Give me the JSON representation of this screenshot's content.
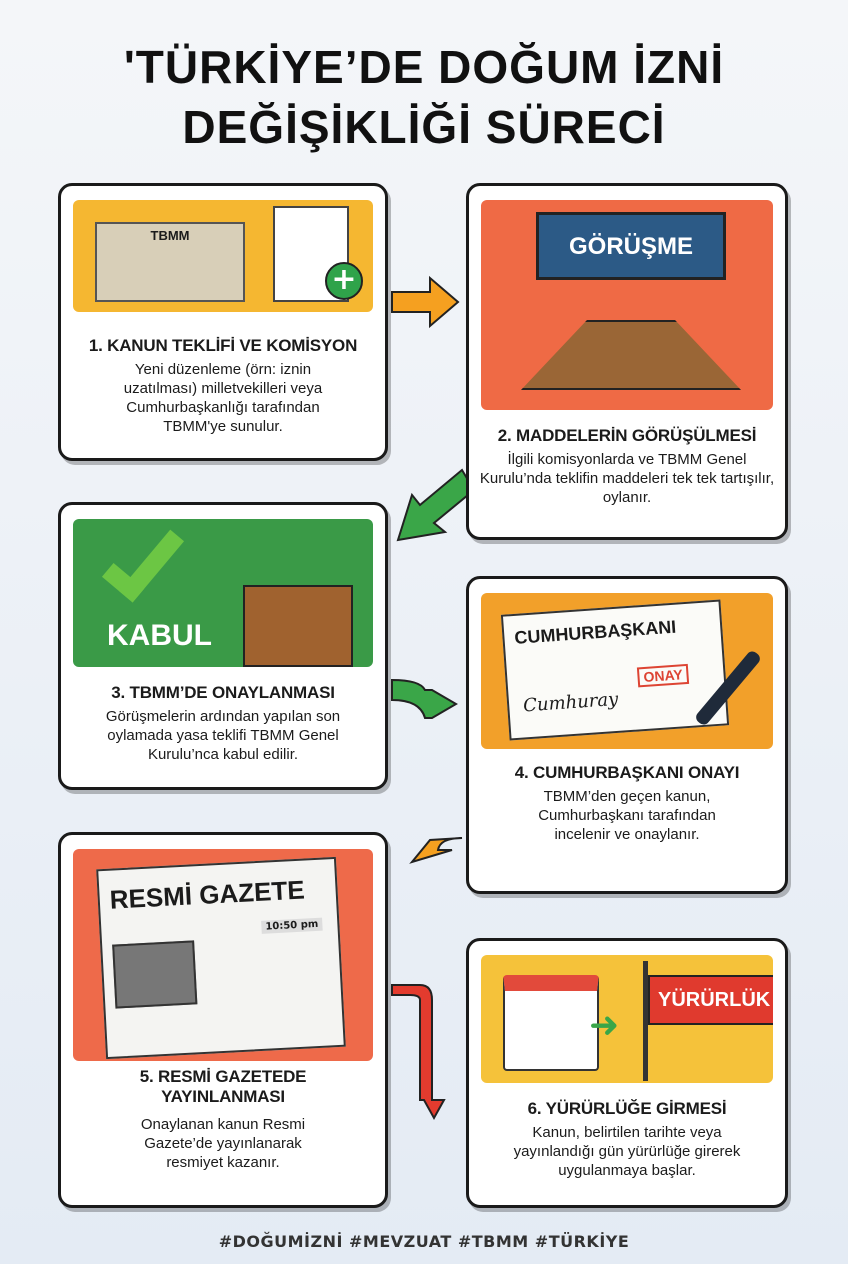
{
  "title": {
    "line1": "'TÜRKİYE’DE DOĞUM İZNİ",
    "line2": "DEĞİŞİKLİĞİ SÜRECİ"
  },
  "steps": [
    {
      "title": "1. KANUN TEKLİFİ VE KOMİSYON",
      "desc": "Yeni düzenleme (örn: iznin uzatılması) milletvekilleri veya Cumhurbaşkanlığı tarafından TBMM'ye sunulur.",
      "image_text": "TBMM",
      "panel_color": "#f5b731"
    },
    {
      "title": "2. MADDELERİN GÖRÜŞÜLMESİ",
      "desc": "İlgili komisyonlarda ve TBMM Genel Kurulu’nda teklifin maddeleri tek tek tartışılır, oylanır.",
      "image_text": "GÖRÜŞME",
      "panel_color": "#ef6a45"
    },
    {
      "title": "3. TBMM’DE ONAYLANMASI",
      "desc": "Görüşmelerin ardından yapılan son oylamada yasa teklifi TBMM Genel Kurulu’nca kabul edilir.",
      "image_text": "KABUL",
      "panel_color": "#3a9a47"
    },
    {
      "title": "4. CUMHURBAŞKANI ONAYI",
      "desc": "TBMM’den geçen kanun, Cumhurbaşkanı tarafından incelenir ve onaylanır.",
      "image_text": "CUMHURBAŞKANI",
      "stamp_text": "ONAY",
      "signature_text": "Cumhuray",
      "panel_color": "#f2a02a"
    },
    {
      "title": "5. RESMİ GAZETEDE YAYINLANMASI",
      "desc": "Onaylanan kanun Resmi Gazete’de yayınlanarak resmiyet kazanır.",
      "image_text": "RESMİ GAZETE",
      "time_text": "10:50 pm",
      "panel_color": "#ee6a4a"
    },
    {
      "title": "6. YÜRÜRLÜĞE GİRMESİ",
      "desc": "Kanun, belirtilen tarihte veya yayınlandığı gün yürürlüğe girerek uygulanmaya başlar.",
      "image_text": "YÜRÜRLÜK",
      "panel_color": "#f5c23a"
    }
  ],
  "hashtags": "#DOĞUMİZNİ #MEVZUAT #TBMM #TÜRKİYE",
  "colors": {
    "arrow_orange": "#f5a020",
    "arrow_green": "#3aa648",
    "arrow_red": "#e33b2e"
  }
}
